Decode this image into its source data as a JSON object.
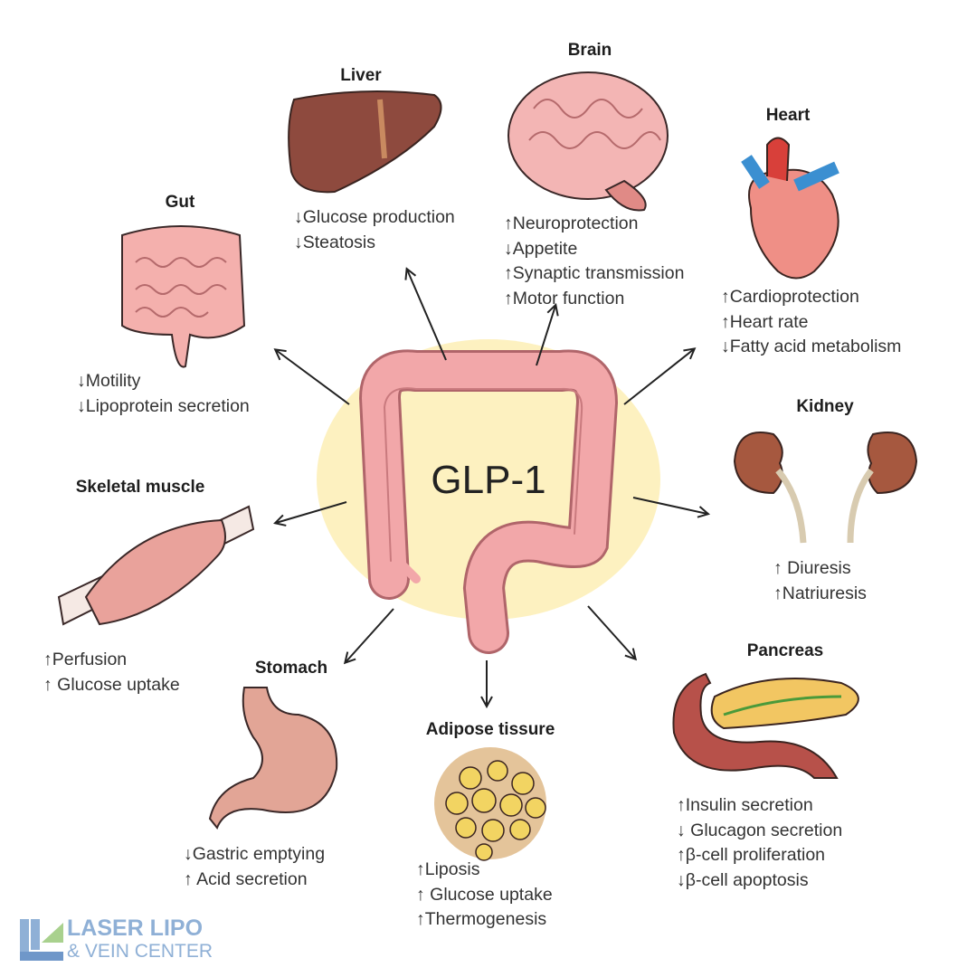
{
  "center": {
    "label": "GLP-1",
    "background_color": "#fdf1c0"
  },
  "organs": {
    "liver": {
      "title": "Liver",
      "effects": [
        "↓Glucose production",
        "↓Steatosis"
      ]
    },
    "brain": {
      "title": "Brain",
      "effects": [
        "↑Neuroprotection",
        "↓Appetite",
        "↑Synaptic transmission",
        "↑Motor function"
      ]
    },
    "heart": {
      "title": "Heart",
      "effects": [
        "↑Cardioprotection",
        "↑Heart rate",
        "↓Fatty acid metabolism"
      ]
    },
    "gut": {
      "title": "Gut",
      "effects": [
        "↓Motility",
        "↓Lipoprotein secretion"
      ]
    },
    "kidney": {
      "title": "Kidney",
      "effects": [
        "↑ Diuresis",
        "↑Natriuresis"
      ]
    },
    "skeletal_muscle": {
      "title": "Skeletal muscle",
      "effects": [
        "↑Perfusion",
        "↑ Glucose uptake"
      ]
    },
    "stomach": {
      "title": "Stomach",
      "effects": [
        "↓Gastric emptying",
        "↑ Acid secretion"
      ]
    },
    "adipose": {
      "title": "Adipose tissure",
      "effects": [
        "↑Liposis",
        "↑ Glucose uptake",
        "↑Thermogenesis"
      ]
    },
    "pancreas": {
      "title": "Pancreas",
      "effects": [
        "↑Insulin secretion",
        "↓ Glucagon secretion",
        "↑β-cell proliferation",
        "↓β-cell apoptosis"
      ]
    }
  },
  "logo": {
    "line1": "LASER LIPO",
    "line2": "& VEIN CENTER",
    "color": "#8fb0d6",
    "accent": "#a9d18e"
  }
}
